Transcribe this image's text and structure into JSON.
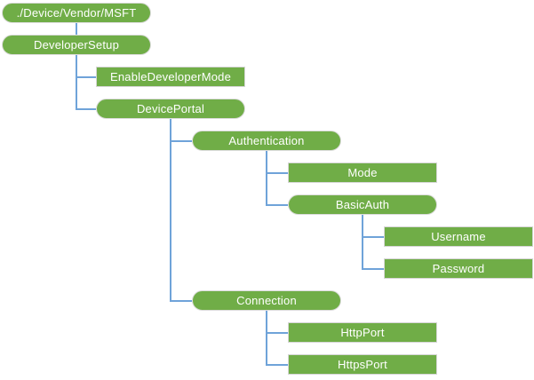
{
  "diagram": {
    "type": "tree",
    "colors": {
      "background": "#FFFFFF",
      "node_fill": "#70AD47",
      "node_text": "#FFFFFF",
      "rect_border": "#D6D6D6",
      "pill_border": "#DCDCDC",
      "connector": "#6FA3D9"
    },
    "nodes": [
      {
        "id": "root",
        "label": "./Device/Vendor/MSFT",
        "shape": "pill",
        "row": 0,
        "col": 0
      },
      {
        "id": "developer-setup",
        "label": "DeveloperSetup",
        "shape": "pill",
        "row": 1,
        "col": 0
      },
      {
        "id": "enable-developer-mode",
        "label": "EnableDeveloperMode",
        "shape": "rect",
        "row": 2,
        "col": 1
      },
      {
        "id": "device-portal",
        "label": "DevicePortal",
        "shape": "pill",
        "row": 3,
        "col": 1
      },
      {
        "id": "authentication",
        "label": "Authentication",
        "shape": "pill",
        "row": 4,
        "col": 2
      },
      {
        "id": "mode",
        "label": "Mode",
        "shape": "rect",
        "row": 5,
        "col": 3
      },
      {
        "id": "basic-auth",
        "label": "BasicAuth",
        "shape": "pill",
        "row": 6,
        "col": 3
      },
      {
        "id": "username",
        "label": "Username",
        "shape": "rect",
        "row": 7,
        "col": 4
      },
      {
        "id": "password",
        "label": "Password",
        "shape": "rect",
        "row": 8,
        "col": 4
      },
      {
        "id": "connection",
        "label": "Connection",
        "shape": "pill",
        "row": 9,
        "col": 2
      },
      {
        "id": "http-port",
        "label": "HttpPort",
        "shape": "rect",
        "row": 10,
        "col": 3
      },
      {
        "id": "https-port",
        "label": "HttpsPort",
        "shape": "rect",
        "row": 11,
        "col": 3
      }
    ],
    "edges": [
      {
        "from": "root",
        "to": [
          "developer-setup"
        ]
      },
      {
        "from": "developer-setup",
        "to": [
          "enable-developer-mode",
          "device-portal"
        ]
      },
      {
        "from": "device-portal",
        "to": [
          "authentication",
          "connection"
        ]
      },
      {
        "from": "authentication",
        "to": [
          "mode",
          "basic-auth"
        ]
      },
      {
        "from": "basic-auth",
        "to": [
          "username",
          "password"
        ]
      },
      {
        "from": "connection",
        "to": [
          "http-port",
          "https-port"
        ]
      }
    ]
  }
}
